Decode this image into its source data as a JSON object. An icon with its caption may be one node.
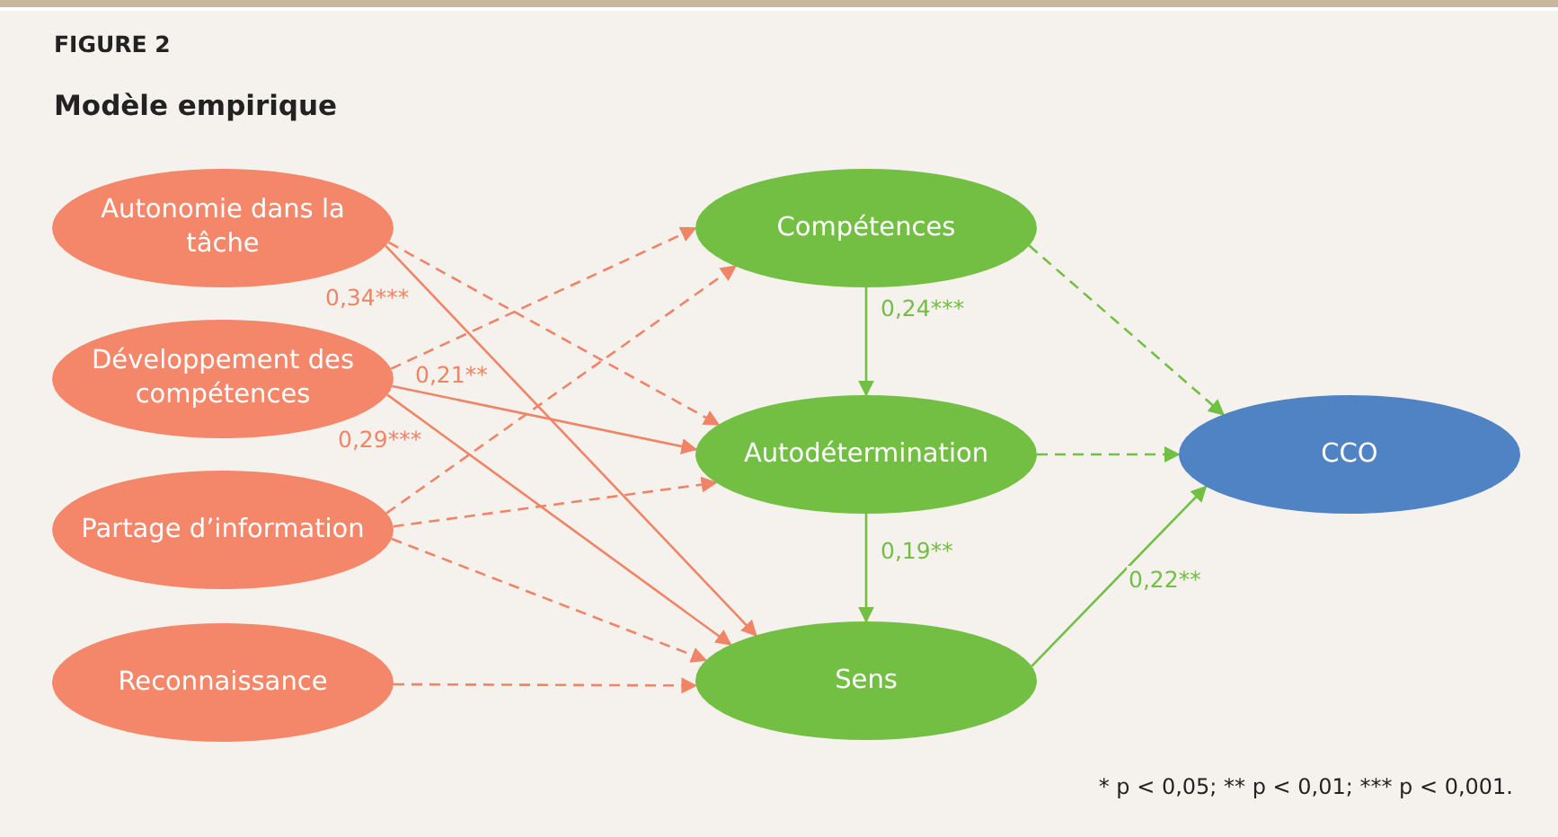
{
  "diagram": {
    "title": "Modèle empirique",
    "nodes": [
      {
        "text": [
          "Autonomie dans la tâche"
        ]
      },
      {
        "text": [
          "Développement des compétences"
        ]
      },
      {
        "text": [
          "Partage d’information"
        ]
      },
      {
        "text": [
          "Reconnaissance"
        ]
      },
      {
        "text": [
          "Compétences"
        ]
      },
      {
        "text": [
          "Autodétermination"
        ]
      },
      {
        "text": [
          "Sens"
        ]
      },
      {
        "text": [
          "CCO"
        ]
      }
    ],
    "edges": [
      {
        "from": 0,
        "to": 5,
        "arrow": "to",
        "style": "dashed"
      },
      {
        "from": 0,
        "to": 6,
        "arrow": "to",
        "label": "0,34***"
      },
      {
        "from": 1,
        "to": 4,
        "arrow": "to",
        "style": "dashed"
      },
      {
        "from": 1,
        "to": 5,
        "arrow": "to",
        "label": "0,21**"
      },
      {
        "from": 1,
        "to": 6,
        "arrow": "to",
        "label": "0,29***"
      },
      {
        "from": 2,
        "to": 4,
        "arrow": "to",
        "style": "dashed"
      },
      {
        "from": 2,
        "to": 5,
        "arrow": "to",
        "style": "dashed"
      },
      {
        "from": 2,
        "to": 6,
        "arrow": "to",
        "style": "dashed"
      },
      {
        "from": 3,
        "to": 6,
        "arrow": "to",
        "style": "dashed"
      },
      {
        "from": 4,
        "to": 5,
        "arrow": "to",
        "label": "0,24***",
        "color": "#72bf44"
      },
      {
        "from": 4,
        "to": 7,
        "arrow": "to",
        "style": "dashed",
        "color": "#72bf44"
      },
      {
        "from": 5,
        "to": 7,
        "arrow": "to",
        "style": "dashed",
        "color": "#72bf44"
      },
      {
        "from": 5,
        "to": 6,
        "arrow": "to",
        "label": "0,19**",
        "color": "#72bf44"
      },
      {
        "from": 6,
        "to": 7,
        "arrow": "to",
        "label": "0,22**",
        "color": "#72bf44"
      }
    ],
    "labels": [
      "FIGURE 2",
      "* p < 0,05; ** p < 0,01; *** p < 0,001."
    ]
  }
}
